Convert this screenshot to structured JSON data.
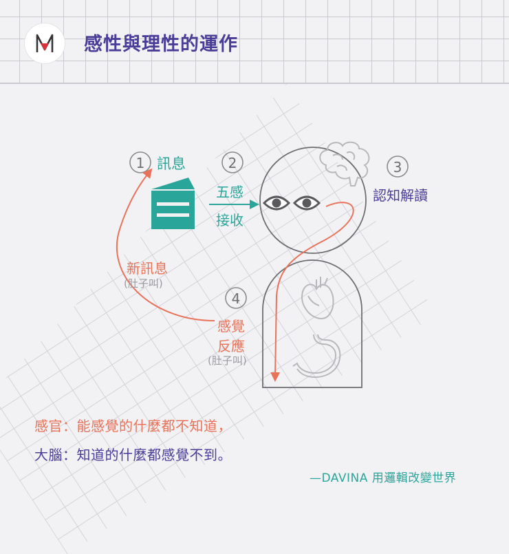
{
  "header": {
    "title": "感性與理性的運作"
  },
  "steps": [
    {
      "number": "1",
      "label": "訊息"
    },
    {
      "number": "2",
      "label_line1": "五感",
      "label_line2": "接收"
    },
    {
      "number": "3",
      "label": "認知解讀"
    },
    {
      "number": "4",
      "label_line1": "感覺",
      "label_line2": "反應",
      "note": "(肚子叫)"
    }
  ],
  "loop": {
    "label": "新訊息",
    "note": "(肚子叫)"
  },
  "quote": {
    "line1": "感官：能感覺的什麼都不知道，",
    "line2": "大腦：知道的什麼都感覺不到。"
  },
  "credit": "—DAVINA 用邏輯改變世界",
  "colors": {
    "teal": "#2aa59a",
    "purple": "#4a3d98",
    "orange": "#e8735a",
    "outline": "#6e6e72",
    "organ": "#b8b8bc"
  }
}
